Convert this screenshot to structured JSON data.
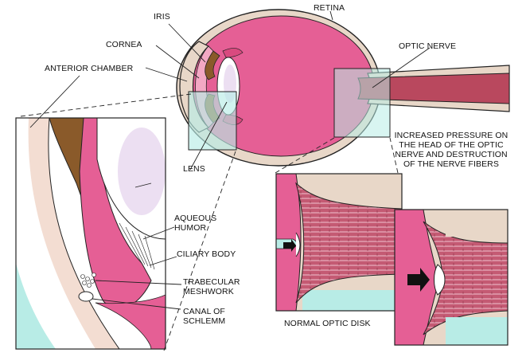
{
  "labels": {
    "iris": "IRIS",
    "retina": "RETINA",
    "cornea": "CORNEA",
    "optic_nerve": "OPTIC NERVE",
    "anterior_chamber": "ANTERIOR CHAMBER",
    "increased_pressure": "INCREASED PRESSURE ON THE HEAD OF THE OPTIC NERVE AND DESTRUCTION OF THE NERVE FIBERS",
    "lens": "LENS",
    "aqueous_humor": "AQUEOUS HUMOR",
    "ciliary_body": "CILIARY BODY",
    "trabecular_meshwork": "TRABECULAR MESHWORK",
    "canal_of_schlemm": "CANAL OF SCHLEMM",
    "normal_optic_disk": "NORMAL OPTIC DISK"
  },
  "colors": {
    "vitreous_pink": "#e55f95",
    "pink_light": "#f3a8c4",
    "sclera_beige": "#e8d7c8",
    "highlight_cyan": "#b8ece6",
    "iris_brown": "#8a5a2a",
    "nerve_red": "#b9485e",
    "outline": "#222222"
  }
}
